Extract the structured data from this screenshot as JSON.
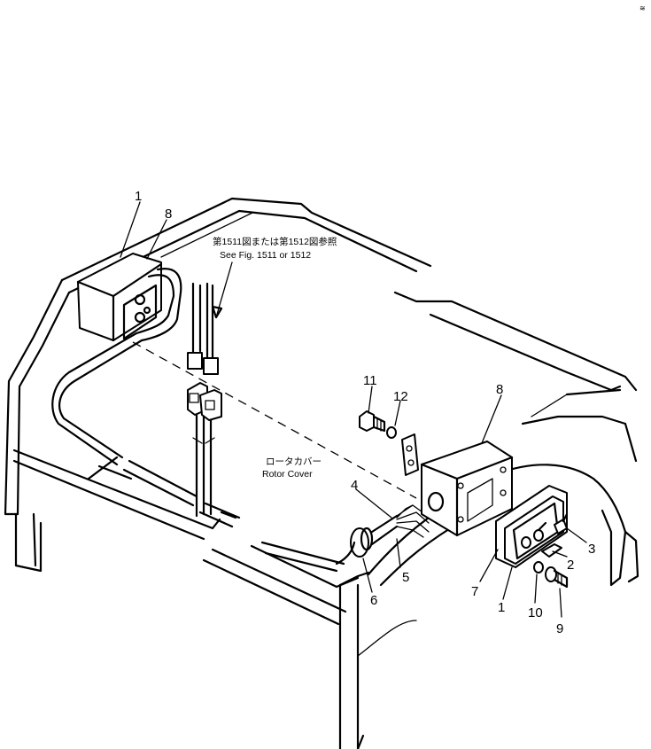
{
  "corner_mark": "≋",
  "note": {
    "line_jp": "第1511図または第1512図参照",
    "line_en": "See Fig. 1511 or 1512"
  },
  "rotor_cover": {
    "line_jp": "ロータカバー",
    "line_en": "Rotor Cover"
  },
  "callouts": [
    {
      "id": "1a",
      "text": "1"
    },
    {
      "id": "8a",
      "text": "8"
    },
    {
      "id": "11",
      "text": "11"
    },
    {
      "id": "12",
      "text": "12"
    },
    {
      "id": "8b",
      "text": "8"
    },
    {
      "id": "4",
      "text": "4"
    },
    {
      "id": "5",
      "text": "5"
    },
    {
      "id": "6",
      "text": "6"
    },
    {
      "id": "3",
      "text": "3"
    },
    {
      "id": "2",
      "text": "2"
    },
    {
      "id": "7",
      "text": "7"
    },
    {
      "id": "1b",
      "text": "1"
    },
    {
      "id": "10",
      "text": "10"
    },
    {
      "id": "9",
      "text": "9"
    }
  ]
}
